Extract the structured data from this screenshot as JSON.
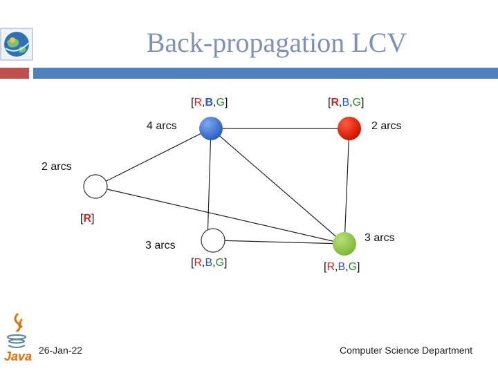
{
  "slide": {
    "title": "Back-propagation  LCV",
    "date": "26-Jan-22",
    "department": "Computer Science Department"
  },
  "graph": {
    "nodes": [
      {
        "id": "blue",
        "color": "#3a6fd8",
        "arcs_label": "4 arcs"
      },
      {
        "id": "red",
        "color": "#e41b0c",
        "arcs_label": "2 arcs"
      },
      {
        "id": "left",
        "color": "#ffffff",
        "arcs_label": "2 arcs"
      },
      {
        "id": "bottom",
        "color": "#ffffff",
        "arcs_label": "3 arcs"
      },
      {
        "id": "green",
        "color": "#92c94a",
        "arcs_label": "3 arcs"
      }
    ],
    "edges": [
      [
        "blue",
        "red"
      ],
      [
        "blue",
        "left"
      ],
      [
        "blue",
        "bottom"
      ],
      [
        "blue",
        "green"
      ],
      [
        "red",
        "green"
      ],
      [
        "left",
        "green"
      ],
      [
        "bottom",
        "green"
      ]
    ],
    "domains": {
      "blue": [
        "[",
        "R",
        ",",
        "B",
        ",",
        "G",
        "]"
      ],
      "red": [
        "[",
        "R",
        ",",
        "B",
        ",",
        "G",
        "]"
      ],
      "left": [
        "[",
        "R",
        "]"
      ],
      "bottom": [
        "[",
        "R",
        ",",
        "B",
        ",",
        "G",
        "]"
      ],
      "green": [
        "[",
        "R",
        ",",
        "B",
        ",",
        "G",
        "]"
      ]
    }
  },
  "icons": [
    "globe-logo-icon",
    "java-logo-icon"
  ]
}
